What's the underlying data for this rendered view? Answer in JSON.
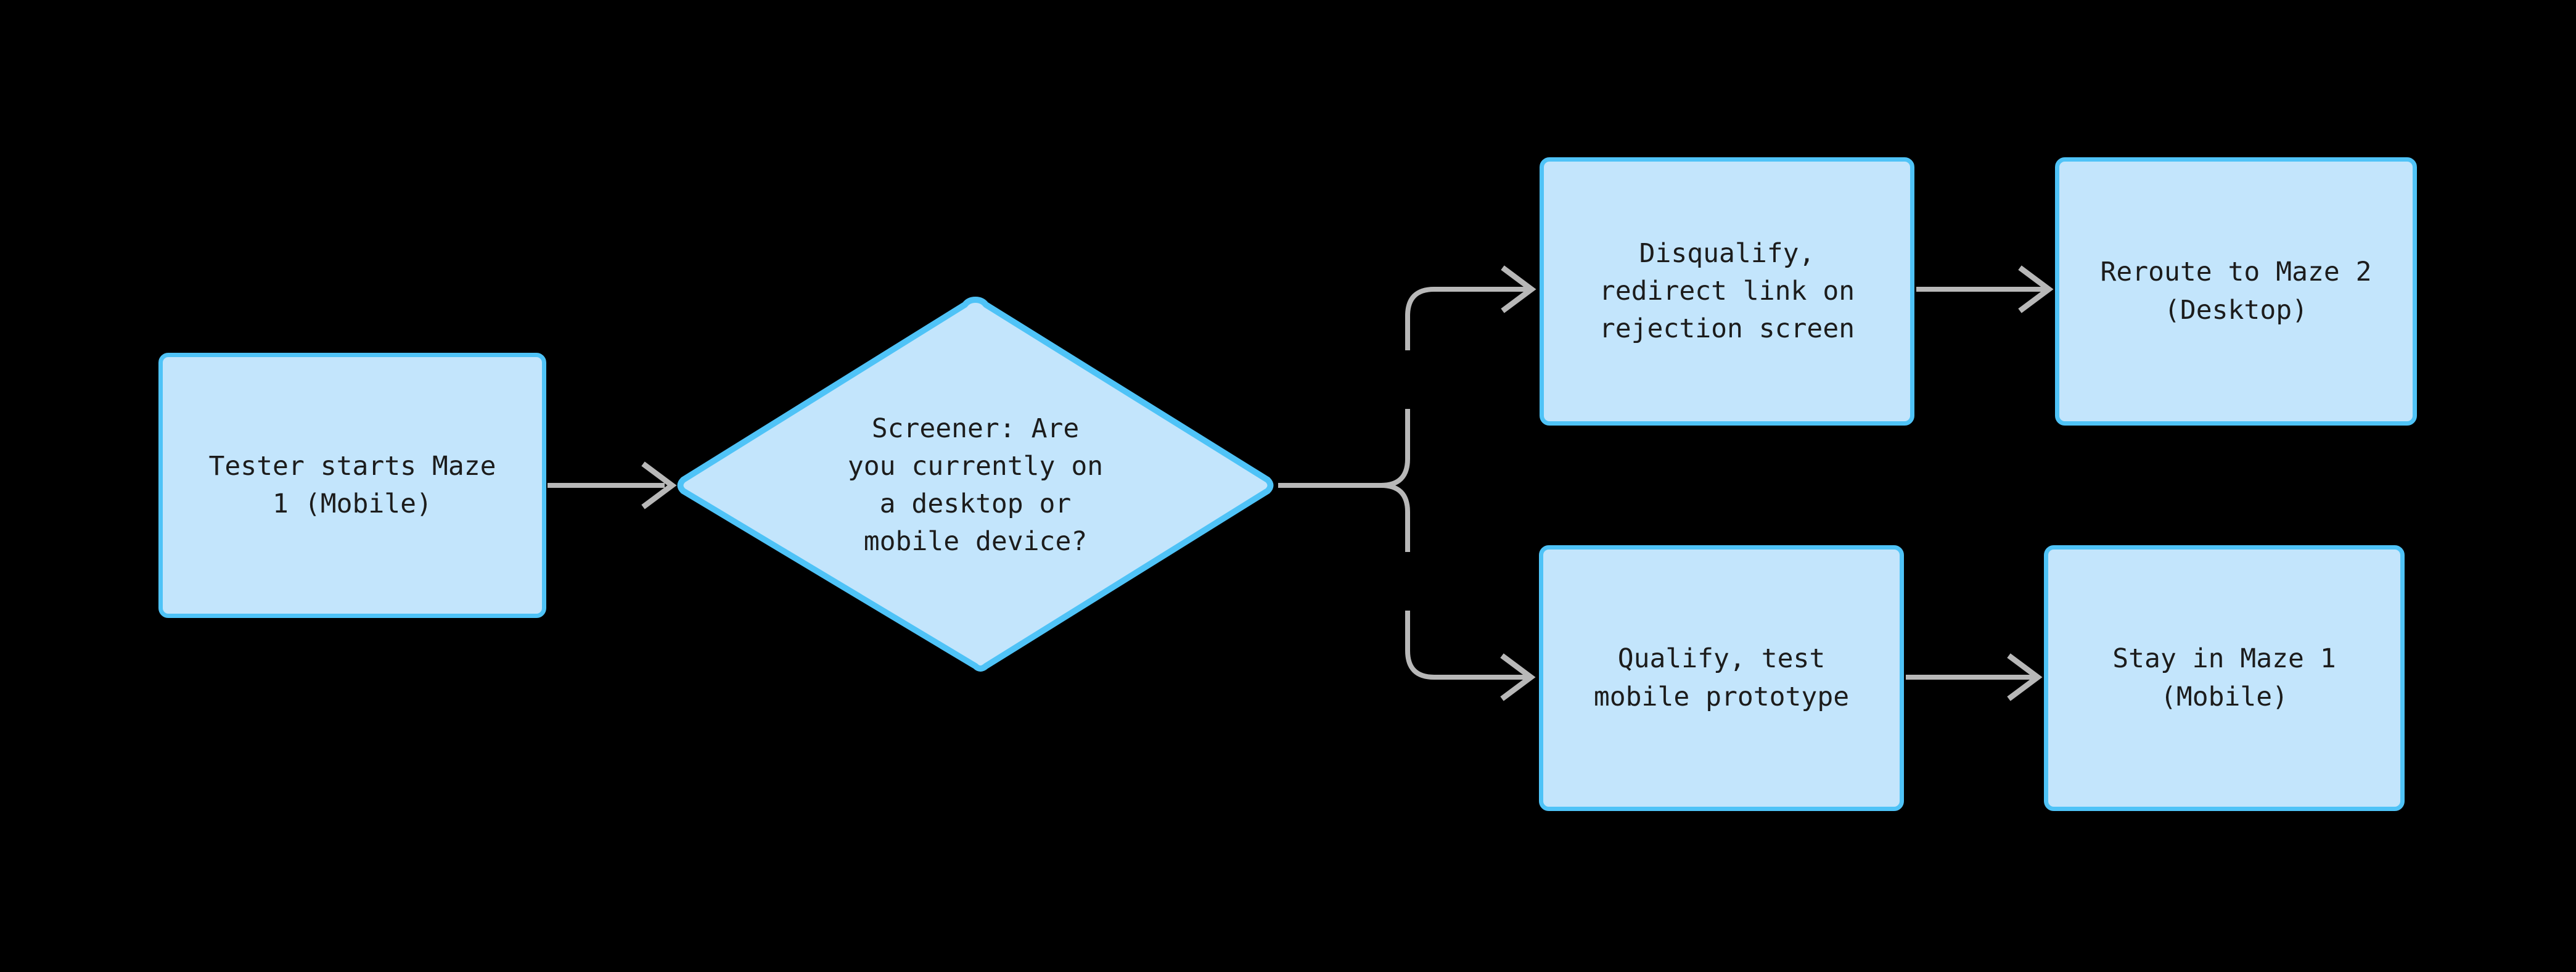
{
  "diagram": {
    "title": "Maze screener routing flowchart",
    "background_color": "#000000",
    "node_fill_color": "#C3E5FC",
    "node_border_color": "#4FC3F7",
    "edge_color": "#B8B8B8",
    "text_color": "#1C1C1C",
    "nodes": [
      {
        "id": "start",
        "shape": "rounded-rectangle",
        "label": "Tester starts Maze\n1 (Mobile)"
      },
      {
        "id": "screener",
        "shape": "diamond",
        "label": "Screener: Are\nyou currently on\na desktop or\nmobile device?"
      },
      {
        "id": "disqualify",
        "shape": "rounded-rectangle",
        "label": "Disqualify,\nredirect link on\nrejection screen"
      },
      {
        "id": "reroute",
        "shape": "rounded-rectangle",
        "label": "Reroute to Maze 2\n(Desktop)"
      },
      {
        "id": "qualify",
        "shape": "rounded-rectangle",
        "label": "Qualify, test\nmobile prototype"
      },
      {
        "id": "stay",
        "shape": "rounded-rectangle",
        "label": "Stay in Maze 1\n(Mobile)"
      }
    ],
    "edges": [
      {
        "from": "start",
        "to": "screener",
        "label": ""
      },
      {
        "from": "screener",
        "to": "disqualify",
        "label": ""
      },
      {
        "from": "screener",
        "to": "qualify",
        "label": ""
      },
      {
        "from": "disqualify",
        "to": "reroute",
        "label": ""
      },
      {
        "from": "qualify",
        "to": "stay",
        "label": ""
      }
    ]
  }
}
